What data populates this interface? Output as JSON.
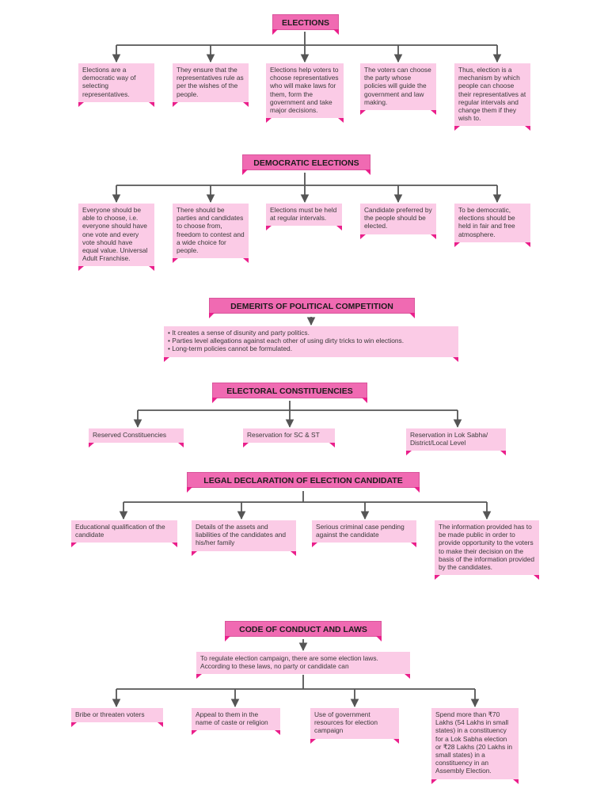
{
  "sections": {
    "elections": {
      "title": "ELECTIONS",
      "items": [
        "Elections are a democratic way of selecting representatives.",
        "They ensure that the representatives rule as per the wishes of the people.",
        "Elections help voters to choose representatives who will make laws for them, form the government and take major decisions.",
        "The voters can choose the party whose policies will guide the government and law making.",
        "Thus, election is a mechanism by which people can choose their representatives at regular intervals and change them if they wish to."
      ]
    },
    "democratic": {
      "title": "DEMOCRATIC ELECTIONS",
      "items": [
        "Everyone should be able to choose, i.e. everyone should have one vote and every vote should have equal value. Universal Adult Franchise.",
        "There should be parties and candidates to choose from, freedom to contest and a wide choice for people.",
        "Elections must be held at regular intervals.",
        "Candidate preferred by the people should be elected.",
        "To be democratic, elections should be held in fair and free atmosphere."
      ]
    },
    "demerits": {
      "title": "DEMERITS OF POLITICAL COMPETITION",
      "items": [
        "It creates a sense of disunity and party politics.",
        "Parties level allegations against each other of using dirty tricks to win elections.",
        "Long-term policies cannot be formulated."
      ]
    },
    "constituencies": {
      "title": "ELECTORAL CONSTITUENCIES",
      "items": [
        "Reserved Constituencies",
        "Reservation for SC & ST",
        "Reservation in Lok Sabha/ District/Local Level"
      ]
    },
    "legal": {
      "title": "LEGAL DECLARATION OF ELECTION CANDIDATE",
      "items": [
        "Educational qualification of the candidate",
        "Details of the assets and liabilities of the candidates and his/her family",
        "Serious criminal case pending against the candidate",
        "The information provided has to be made public in order to provide opportunity to the voters to make their decision on the basis of the information provided by the candidates."
      ]
    },
    "conduct": {
      "title": "CODE OF CONDUCT AND LAWS",
      "intro": "To regulate election campaign, there are some election laws. According to these laws, no party or candidate can",
      "items": [
        "Bribe or threaten voters",
        "Appeal to them in the name of caste or religion",
        "Use of government resources for election campaign",
        "Spend more than ₹70 Lakhs (54 Lakhs  in small states) in a constituency for a Lok Sabha election or ₹28 Lakhs (20 Lakhs in small states) in a constituency in an Assembly Election."
      ]
    }
  },
  "colors": {
    "header": "#f06ab2",
    "box": "#fbcbe6",
    "accent": "#ea1f8b",
    "line": "#555555"
  }
}
